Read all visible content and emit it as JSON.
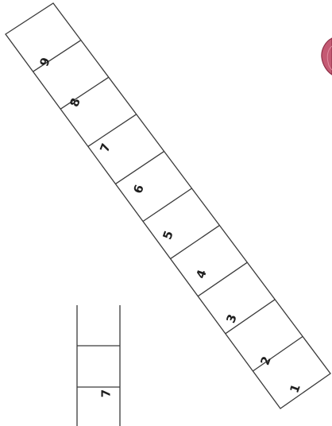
{
  "long_strip": {
    "cells": [
      {
        "label": "1"
      },
      {
        "label": "2"
      },
      {
        "label": "3"
      },
      {
        "label": "4"
      },
      {
        "label": "5"
      },
      {
        "label": "6"
      },
      {
        "label": "7"
      },
      {
        "label": "8"
      },
      {
        "label": "9"
      },
      {
        "label": ""
      }
    ]
  },
  "small_strip": {
    "cells": [
      {
        "label": ""
      },
      {
        "label": ""
      },
      {
        "label": "7"
      }
    ]
  },
  "colors": {
    "line": "#3a3a3a",
    "text": "#1e1e1e",
    "blob_fill": "#c45a73",
    "blob_stroke": "#8e2f47"
  }
}
